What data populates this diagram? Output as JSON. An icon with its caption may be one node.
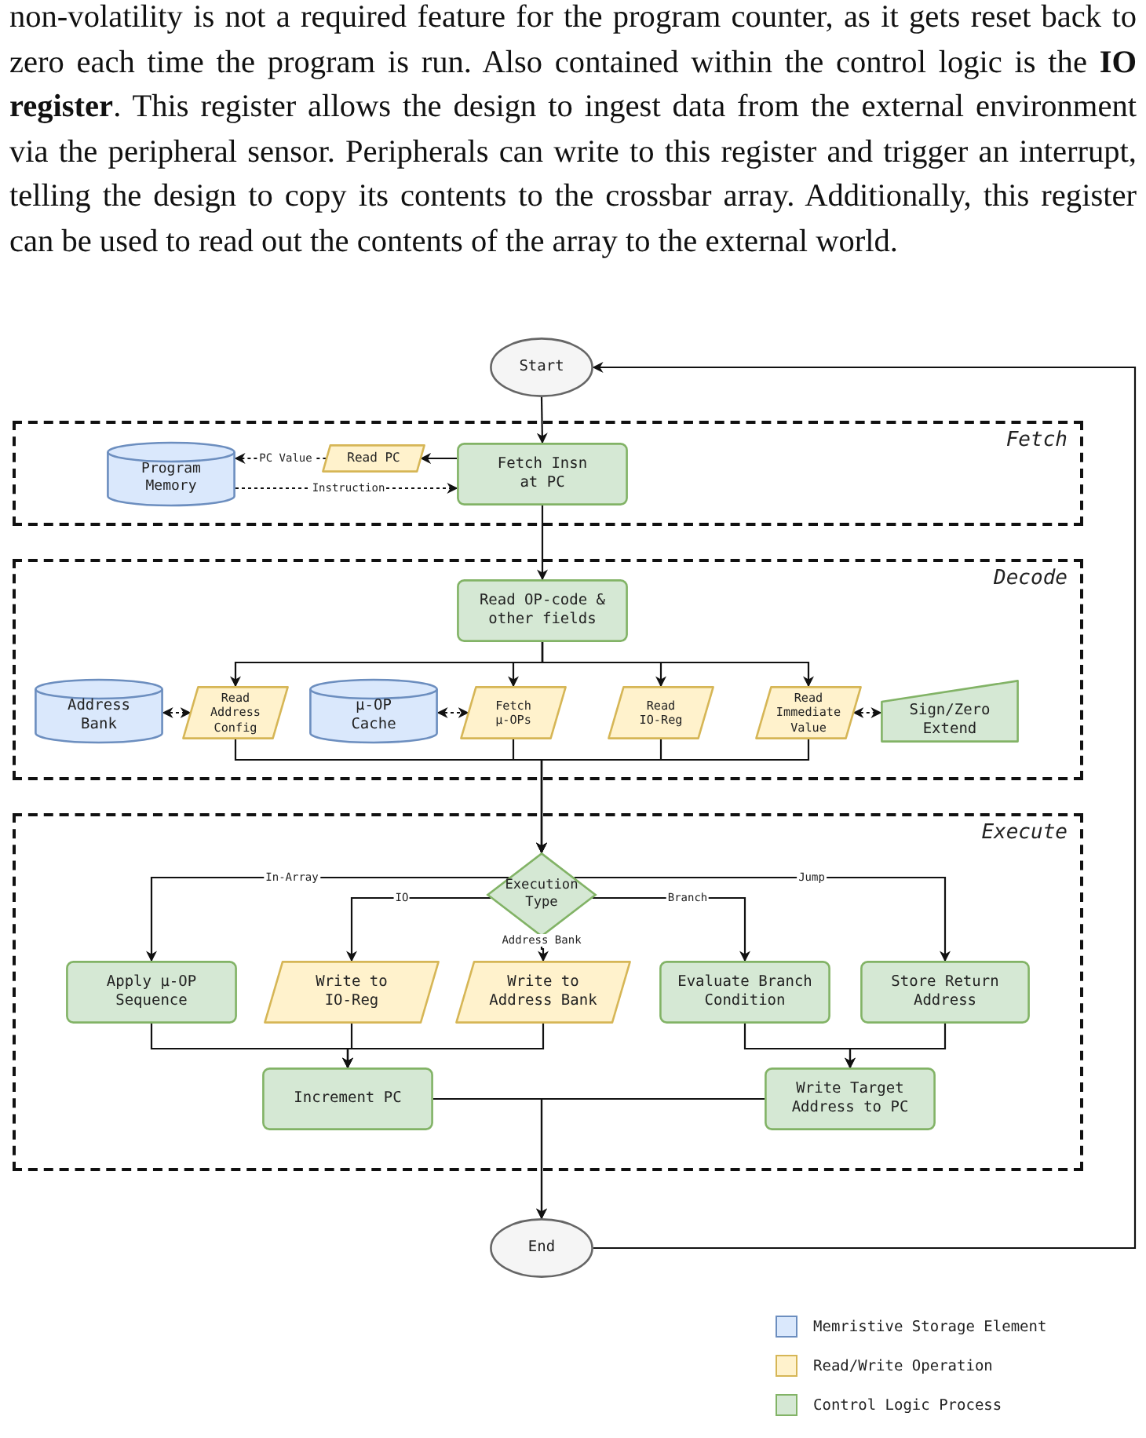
{
  "diagram": {
    "nodes": [
      {
        "text": [
          "Start"
        ]
      },
      {
        "text": [
          "Fetch"
        ]
      },
      {
        "text": [
          "Program Memory"
        ],
        "in": 1
      },
      {
        "text": [
          "Read PC"
        ],
        "in": 1
      },
      {
        "text": [
          "Fetch Insn at PC"
        ],
        "in": 1
      },
      {
        "text": [
          "Decode"
        ]
      },
      {
        "text": [
          "Read OP-code & other fields"
        ],
        "in": 5
      },
      {
        "text": [
          "Address Bank"
        ],
        "in": 5
      },
      {
        "text": [
          "Read Address Config"
        ],
        "in": 5
      },
      {
        "text": [
          "μ-OP Cache"
        ],
        "in": 5
      },
      {
        "text": [
          "Fetch μ-OPs"
        ],
        "in": 5
      },
      {
        "text": [
          "Read IO-Reg"
        ],
        "in": 5
      },
      {
        "text": [
          "Read Immediate Value"
        ],
        "in": 5
      },
      {
        "text": [
          "Sign/Zero Extend"
        ],
        "in": 5
      },
      {
        "text": [
          "Execute"
        ]
      },
      {
        "text": [
          "Execution Type"
        ],
        "in": 14
      },
      {
        "text": [
          "Apply μ-OP Sequence"
        ],
        "in": 14
      },
      {
        "text": [
          "Write to IO-Reg"
        ],
        "in": 14
      },
      {
        "text": [
          "Write to Address Bank"
        ],
        "in": 14
      },
      {
        "text": [
          "Evaluate Branch Condition"
        ],
        "in": 14
      },
      {
        "text": [
          "Store Return Address"
        ],
        "in": 14
      },
      {
        "text": [
          "Increment PC"
        ],
        "in": 14
      },
      {
        "text": [
          "Write Target Address to PC"
        ],
        "in": 14
      },
      {
        "text": [
          "End"
        ]
      }
    ],
    "edges": [
      {
        "from": 0,
        "to": 4,
        "arrow": "to"
      },
      {
        "from": 4,
        "to": 3,
        "arrow": "to"
      },
      {
        "from": 3,
        "to": 2,
        "arrow": "to",
        "label": "PC Value",
        "style": "dashed"
      },
      {
        "from": 2,
        "to": 4,
        "arrow": "to",
        "label": "Instruction",
        "style": "dashed"
      },
      {
        "from": 4,
        "to": 6,
        "arrow": "to"
      },
      {
        "from": 6,
        "to": 8,
        "arrow": "to"
      },
      {
        "from": 6,
        "to": 10,
        "arrow": "to"
      },
      {
        "from": 6,
        "to": 11,
        "arrow": "to"
      },
      {
        "from": 6,
        "to": 12,
        "arrow": "to"
      },
      {
        "from": 7,
        "to": 8,
        "arrow": "both",
        "style": "dashed"
      },
      {
        "from": 9,
        "to": 10,
        "arrow": "both",
        "style": "dashed"
      },
      {
        "from": 12,
        "to": 13,
        "arrow": "both",
        "style": "dashed"
      },
      {
        "from": 8,
        "to": 15,
        "arrow": "to"
      },
      {
        "from": 10,
        "to": 15,
        "arrow": "to"
      },
      {
        "from": 11,
        "to": 15,
        "arrow": "to"
      },
      {
        "from": 12,
        "to": 15,
        "arrow": "to"
      },
      {
        "from": 15,
        "to": 16,
        "arrow": "to",
        "label": "In-Array"
      },
      {
        "from": 15,
        "to": 17,
        "arrow": "to",
        "label": "IO"
      },
      {
        "from": 15,
        "to": 18,
        "arrow": "to",
        "label": "Address Bank"
      },
      {
        "from": 15,
        "to": 19,
        "arrow": "to",
        "label": "Branch"
      },
      {
        "from": 15,
        "to": 20,
        "arrow": "to",
        "label": "Jump"
      },
      {
        "from": 16,
        "to": 21,
        "arrow": "to"
      },
      {
        "from": 17,
        "to": 21,
        "arrow": "to"
      },
      {
        "from": 18,
        "to": 21,
        "arrow": "to"
      },
      {
        "from": 19,
        "to": 22,
        "arrow": "to"
      },
      {
        "from": 20,
        "to": 22,
        "arrow": "to"
      },
      {
        "from": 21,
        "to": 23,
        "arrow": "to"
      },
      {
        "from": 22,
        "to": 23,
        "arrow": "to"
      },
      {
        "from": 23,
        "to": 0,
        "arrow": "to"
      }
    ],
    "labels": [
      "non-volatility is not a required feature for the program counter, as it gets reset back to zero each time the program is run. Also contained within the control logic is the **IO register**. This register allows the design to ingest data from the external environment via the peripheral sensor. Peripherals can write to this register and trigger an interrupt, telling the design to copy its contents to the crossbar array. Additionally, this register can be used to read out the contents of the array to the external world."
    ],
    "legend": [
      {
        "text": "Memristive Storage Element",
        "color": "#dae8fc"
      },
      {
        "text": "Read/Write Operation",
        "color": "#fff2cc"
      },
      {
        "text": "Control Logic Process",
        "color": "#d5e8d4"
      }
    ]
  }
}
